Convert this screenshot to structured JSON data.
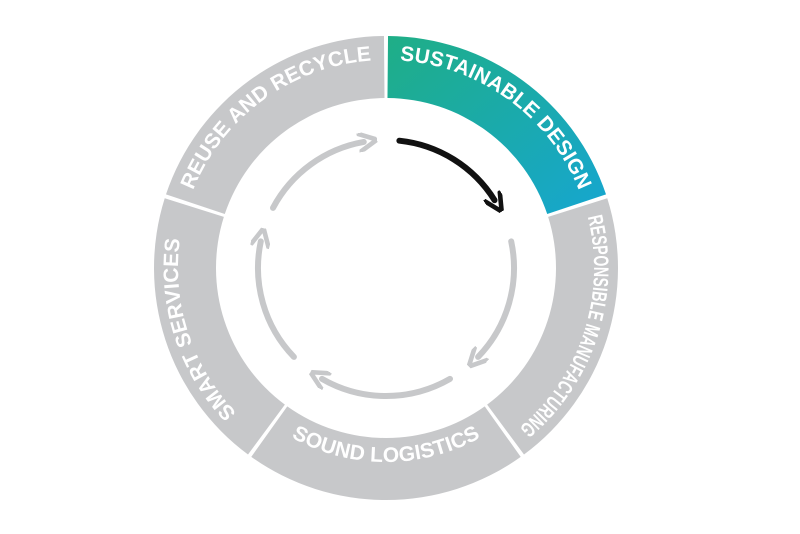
{
  "diagram": {
    "segments": [
      {
        "id": "sustainable-design",
        "label": "SUSTAINABLE DESIGN",
        "active": true
      },
      {
        "id": "responsible-manufacturing",
        "label": "RESPONSIBLE MANUFACTURING",
        "active": false
      },
      {
        "id": "sound-logistics",
        "label": "SOUND LOGISTICS",
        "active": false
      },
      {
        "id": "smart-services",
        "label": "SMART SERVICES",
        "active": false
      },
      {
        "id": "reuse-and-recycle",
        "label": "REUSE AND RECYCLE",
        "active": false
      }
    ],
    "colors": {
      "inactive_segment": "#c7c8ca",
      "active_gradient_start": "#1fae86",
      "active_gradient_end": "#16a6d0",
      "inner_arrow": "#c7c8ca",
      "active_arrow": "#111111",
      "label_text": "#ffffff"
    }
  }
}
